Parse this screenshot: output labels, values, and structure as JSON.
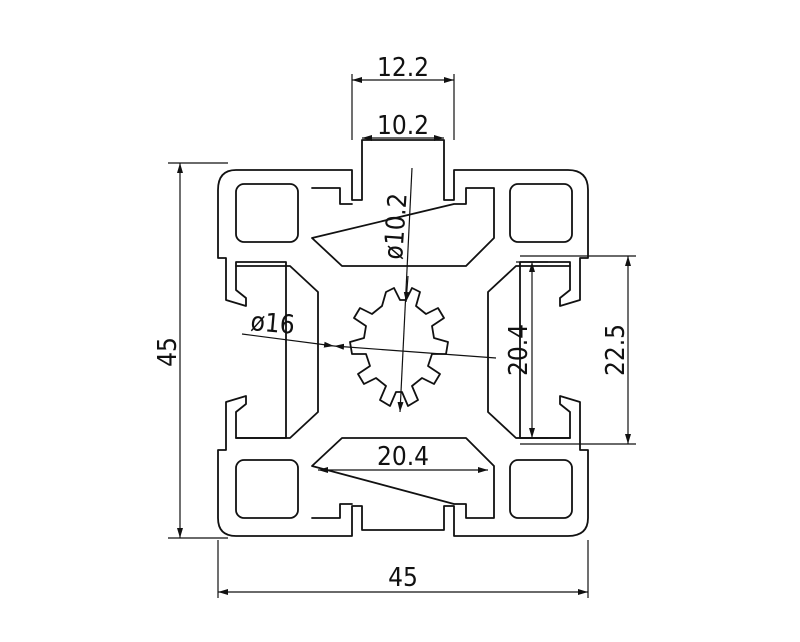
{
  "drawing": {
    "subject": "45x45 aluminium extrusion profile cross-section",
    "dimensions": {
      "slot_outer": "12.2",
      "slot_inner": "10.2",
      "center_bore": "ø10.2",
      "outer_circle": "ø16",
      "height": "45",
      "width": "45",
      "core_height": "20.4",
      "core_width": "20.4",
      "slot_pitch": "22.5"
    }
  }
}
